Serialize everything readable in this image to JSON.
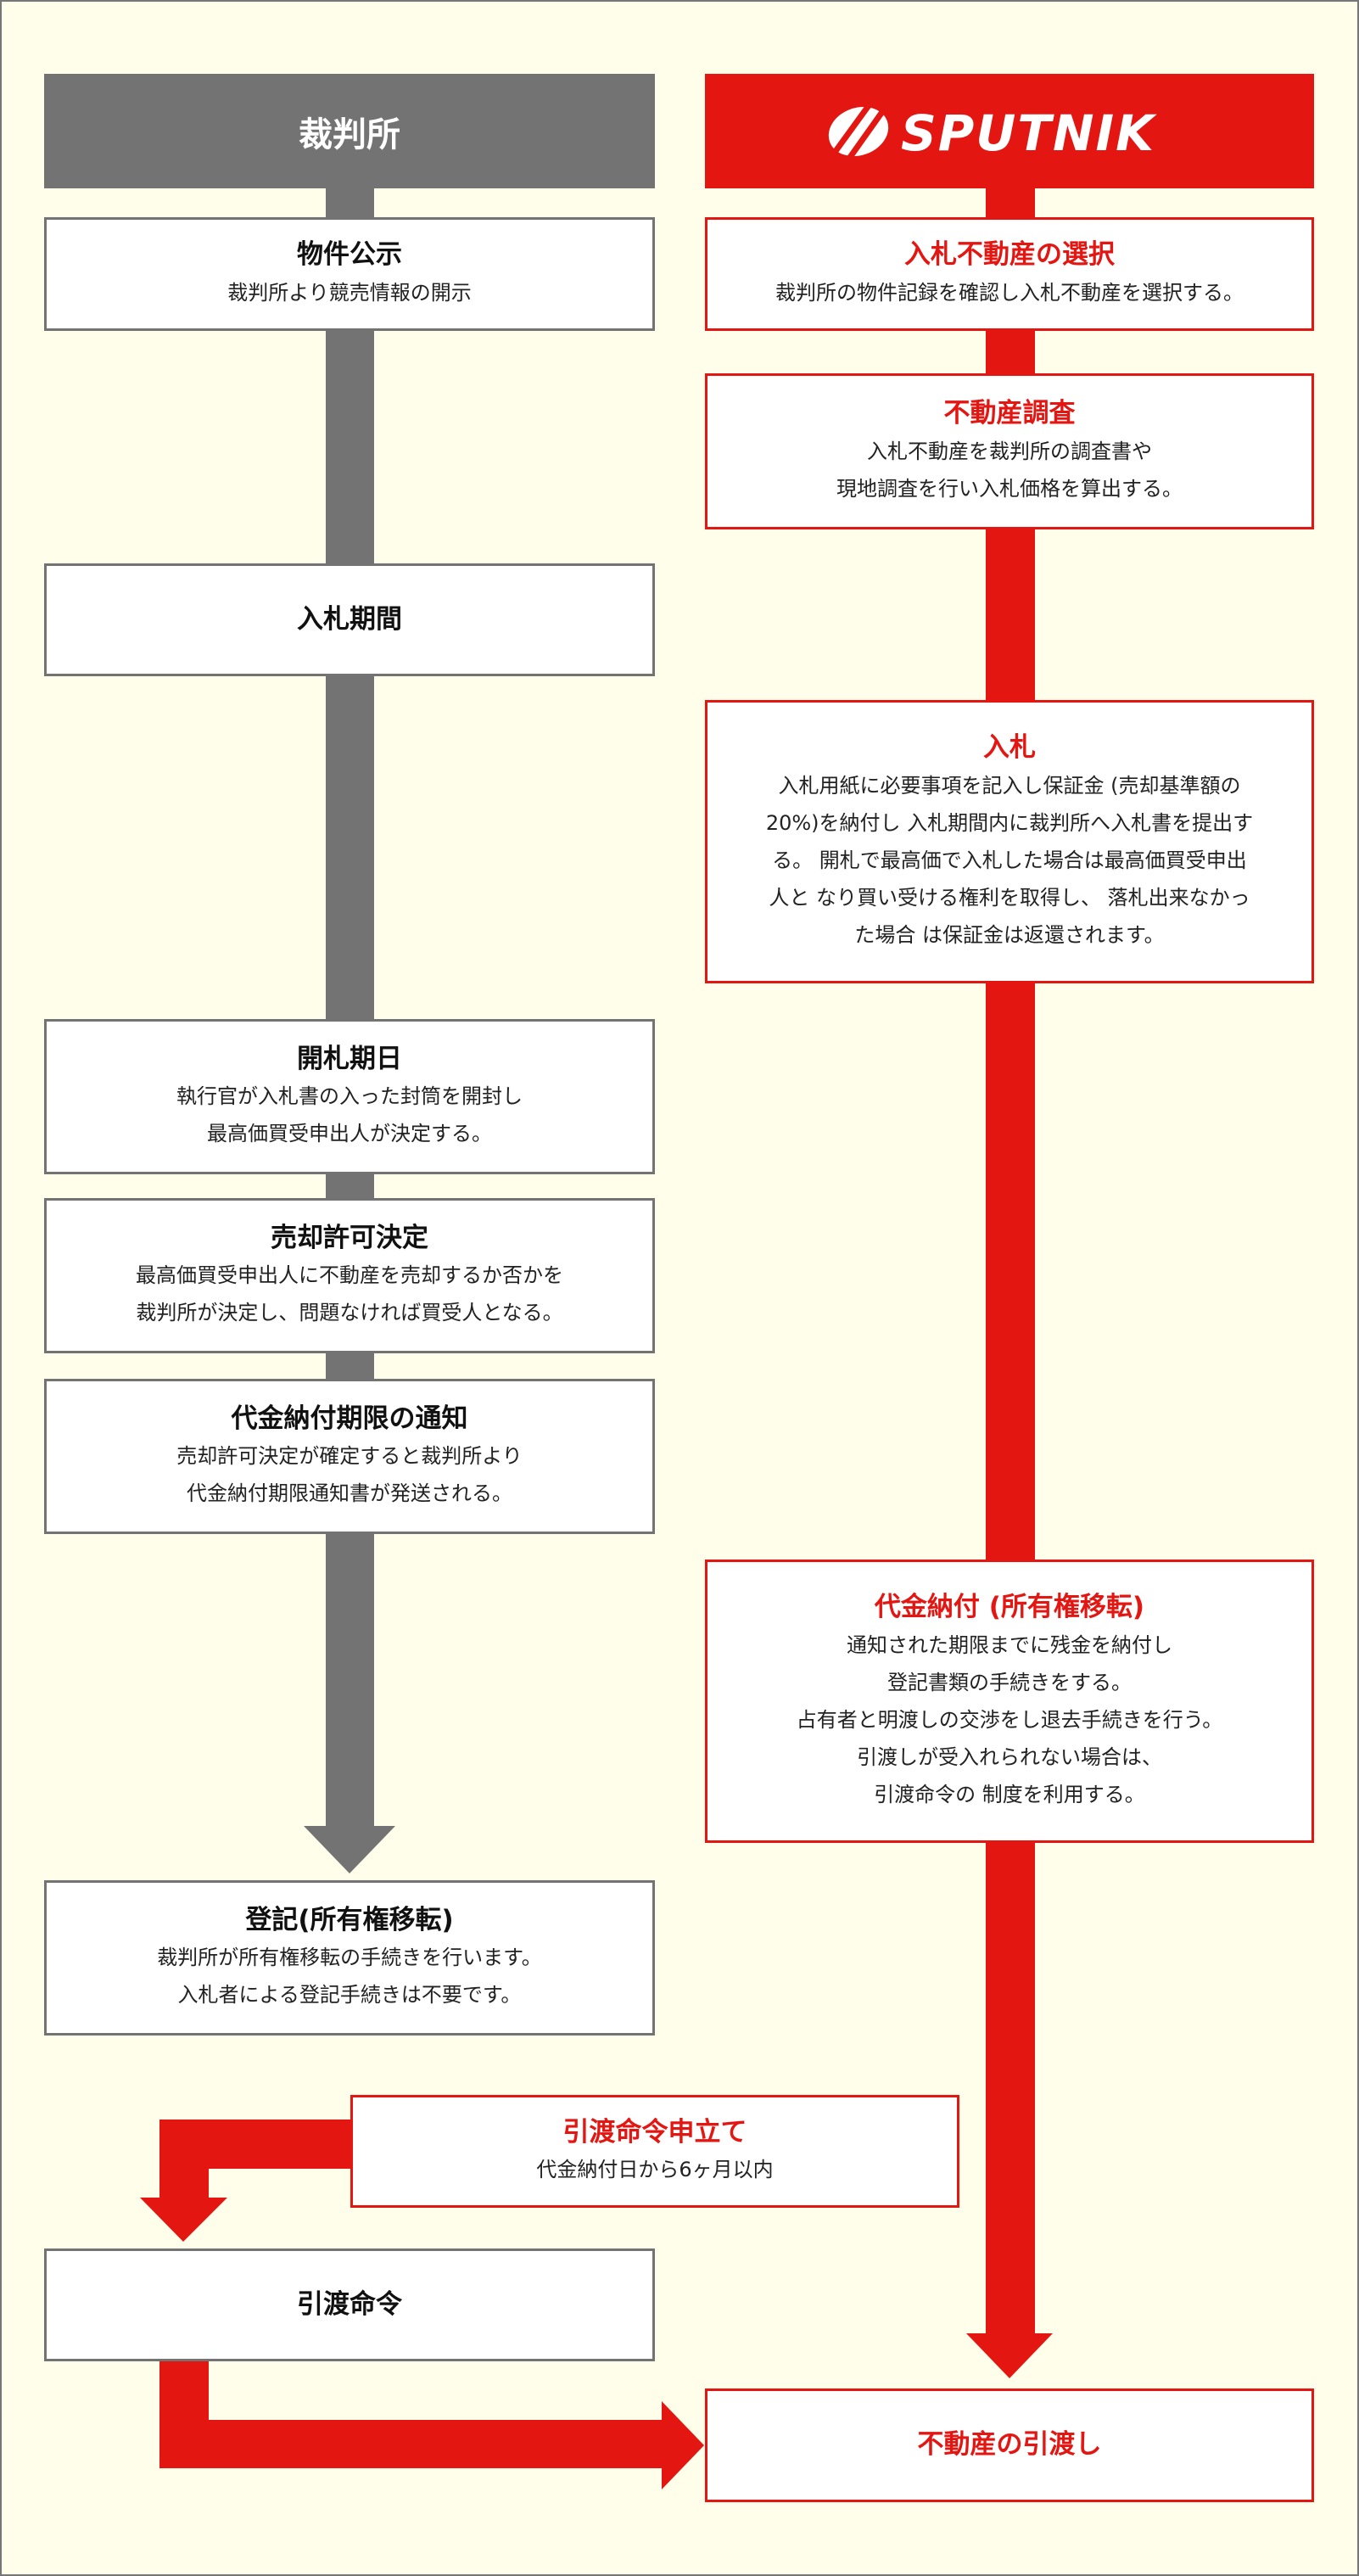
{
  "header": {
    "court": "裁判所",
    "brand": "SPUTNIK"
  },
  "colors": {
    "court": "#737373",
    "brand": "#e31612",
    "background": "#fffeea"
  },
  "court_steps": [
    {
      "title": "物件公示",
      "desc": [
        "裁判所より競売情報の開示"
      ]
    },
    {
      "title": "入札期間",
      "desc": []
    },
    {
      "title": "開札期日",
      "desc": [
        "執行官が入札書の入った封筒を開封し",
        "最高価買受申出人が決定する。"
      ]
    },
    {
      "title": "売却許可決定",
      "desc": [
        "最高価買受申出人に不動産を売却するか否かを",
        "裁判所が決定し、問題なければ買受人となる。"
      ]
    },
    {
      "title": "代金納付期限の通知",
      "desc": [
        "売却許可決定が確定すると裁判所より",
        "代金納付期限通知書が発送される。"
      ]
    },
    {
      "title": "登記(所有権移転)",
      "desc": [
        "裁判所が所有権移転の手続きを行います。",
        "入札者による登記手続きは不要です。"
      ]
    },
    {
      "title": "引渡命令",
      "desc": []
    }
  ],
  "brand_steps": [
    {
      "title": "入札不動産の選択",
      "desc": [
        "裁判所の物件記録を確認し入札不動産を選択する。"
      ]
    },
    {
      "title": "不動産調査",
      "desc": [
        "入札不動産を裁判所の調査書や",
        "現地調査を行い入札価格を算出する。"
      ]
    },
    {
      "title": "入札",
      "desc": [
        "入札用紙に必要事項を記入し保証金 (売却基準額の",
        "20%)を納付し 入札期間内に裁判所へ入札書を提出す",
        "る。 開札で最高価で入札した場合は最高価買受申出",
        "人と なり買い受ける権利を取得し、 落札出来なかっ",
        "た場合 は保証金は返還されます。"
      ]
    },
    {
      "title": "代金納付 (所有権移転)",
      "desc": [
        "通知された期限までに残金を納付し",
        "登記書類の手続きをする。",
        "占有者と明渡しの交渉をし退去手続きを行う。",
        "引渡しが受入れられない場合は、",
        "引渡命令の 制度を利用する。"
      ]
    },
    {
      "title": "引渡命令申立て",
      "desc": [
        "代金納付日から6ヶ月以内"
      ]
    },
    {
      "title": "不動産の引渡し",
      "desc": []
    }
  ]
}
